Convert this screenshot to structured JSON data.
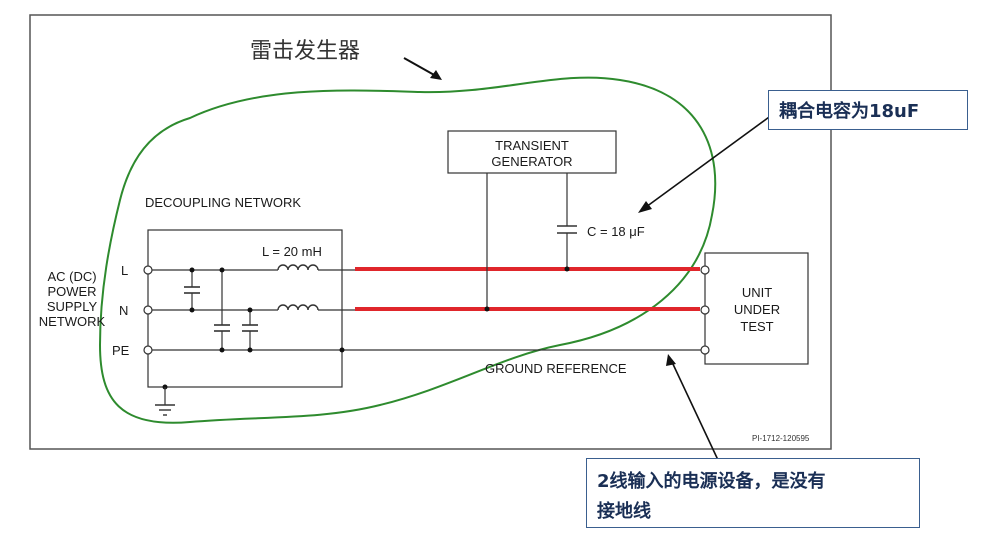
{
  "title": "雷击发生器",
  "decoupling_network": "DECOUPLING NETWORK",
  "transient_generator": [
    "TRANSIENT",
    "GENERATOR"
  ],
  "inductor_label": "L = 20 mH",
  "capacitor_label": "C = 18 μF",
  "power_supply": [
    "AC (DC)",
    "POWER",
    "SUPPLY",
    "NETWORK"
  ],
  "terminals": {
    "l": "L",
    "n": "N",
    "pe": "PE"
  },
  "eut": [
    "UNIT",
    "UNDER",
    "TEST"
  ],
  "ground_reference": "GROUND REFERENCE",
  "figure_id": "PI-1712-120595",
  "callout_capacitor": "耦合电容为18uF",
  "callout_power": [
    "2线输入的电源设备，是没有",
    "接地线"
  ],
  "colors": {
    "highlight": "#e0262b",
    "loop": "#2e8b2e",
    "callout_border": "#3a5f8f"
  }
}
